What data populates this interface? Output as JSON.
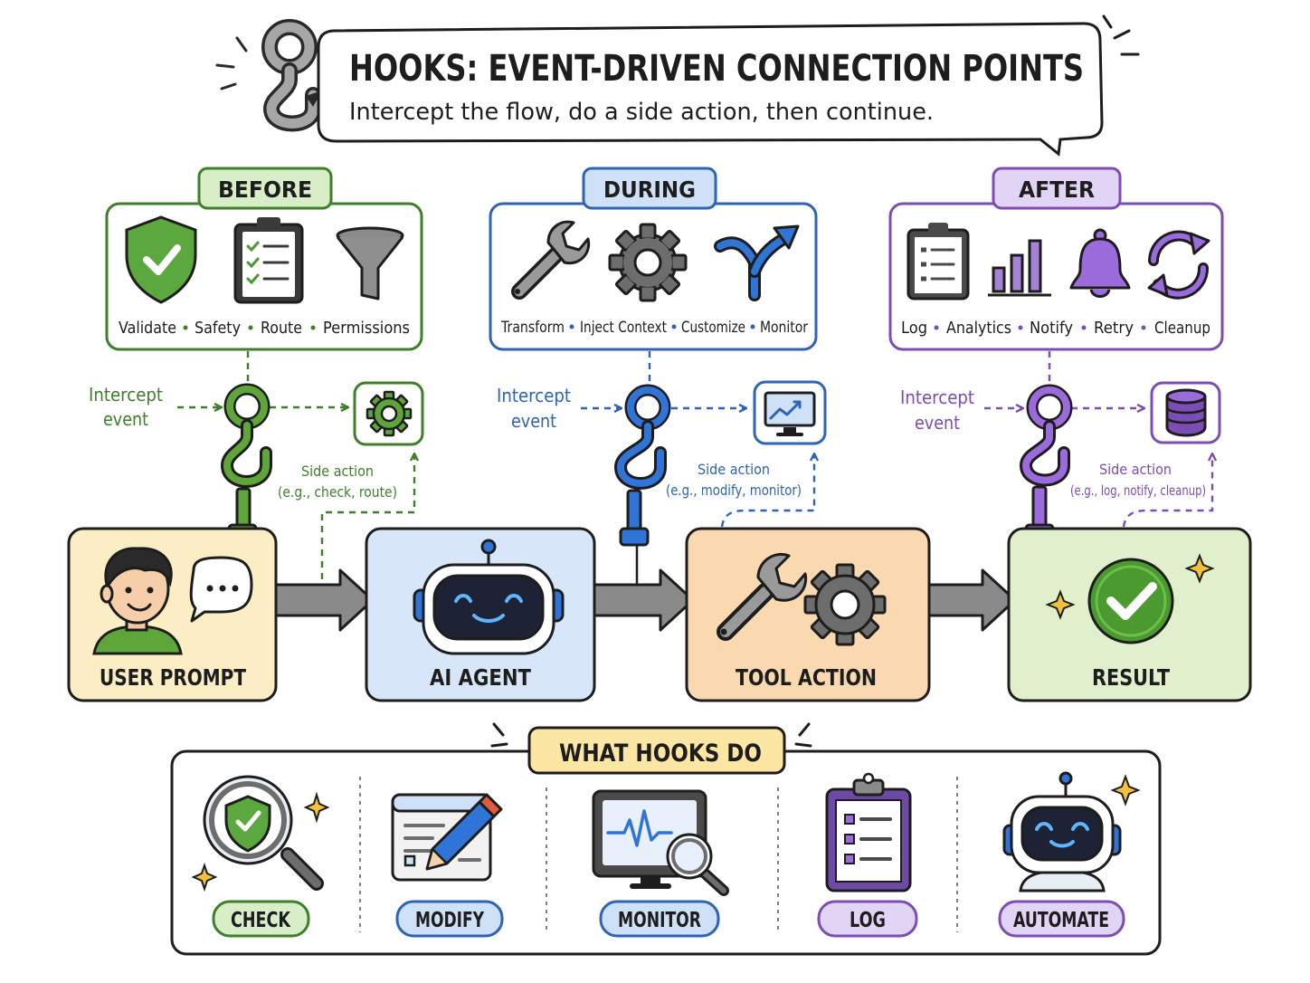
{
  "header": {
    "title": "HOOKS: EVENT-DRIVEN CONNECTION POINTS",
    "subtitle": "Intercept the flow, do a side action, then continue."
  },
  "colors": {
    "green": "#3f7f2a",
    "blue": "#2e63b5",
    "purple": "#7b4db5",
    "dark": "#2a2a2a",
    "arrow": "#8a8a8a"
  },
  "phases": [
    {
      "key": "before",
      "label": "BEFORE",
      "items": [
        "Validate",
        "Safety",
        "Route",
        "Permissions"
      ],
      "intercept": [
        "Intercept",
        "event"
      ],
      "side_action": [
        "Side action",
        "(e.g., check, route)"
      ],
      "side_icon": "gear-icon",
      "accent": "#3f7f2a"
    },
    {
      "key": "during",
      "label": "DURING",
      "items": [
        "Transform",
        "Inject Context",
        "Customize",
        "Monitor"
      ],
      "intercept": [
        "Intercept",
        "event"
      ],
      "side_action": [
        "Side action",
        "(e.g., modify, monitor)"
      ],
      "side_icon": "monitor-chart-icon",
      "accent": "#2e63b5"
    },
    {
      "key": "after",
      "label": "AFTER",
      "items": [
        "Log",
        "Analytics",
        "Notify",
        "Retry",
        "Cleanup"
      ],
      "intercept": [
        "Intercept",
        "event"
      ],
      "side_action": [
        "Side action",
        "(e.g., log, notify, cleanup)"
      ],
      "side_icon": "database-icon",
      "accent": "#7b4db5"
    }
  ],
  "flow": [
    {
      "key": "user",
      "label": "USER PROMPT",
      "icon": "user-speech-icon"
    },
    {
      "key": "agent",
      "label": "AI AGENT",
      "icon": "robot-icon"
    },
    {
      "key": "tool",
      "label": "TOOL ACTION",
      "icon": "wrench-gear-icon"
    },
    {
      "key": "result",
      "label": "RESULT",
      "icon": "check-circle-icon"
    }
  ],
  "what": {
    "title": "WHAT HOOKS DO",
    "items": [
      {
        "label": "CHECK",
        "icon": "magnifier-shield-icon"
      },
      {
        "label": "MODIFY",
        "icon": "document-pencil-icon"
      },
      {
        "label": "MONITOR",
        "icon": "monitor-magnifier-icon"
      },
      {
        "label": "LOG",
        "icon": "clipboard-list-icon"
      },
      {
        "label": "AUTOMATE",
        "icon": "robot-icon"
      }
    ]
  }
}
